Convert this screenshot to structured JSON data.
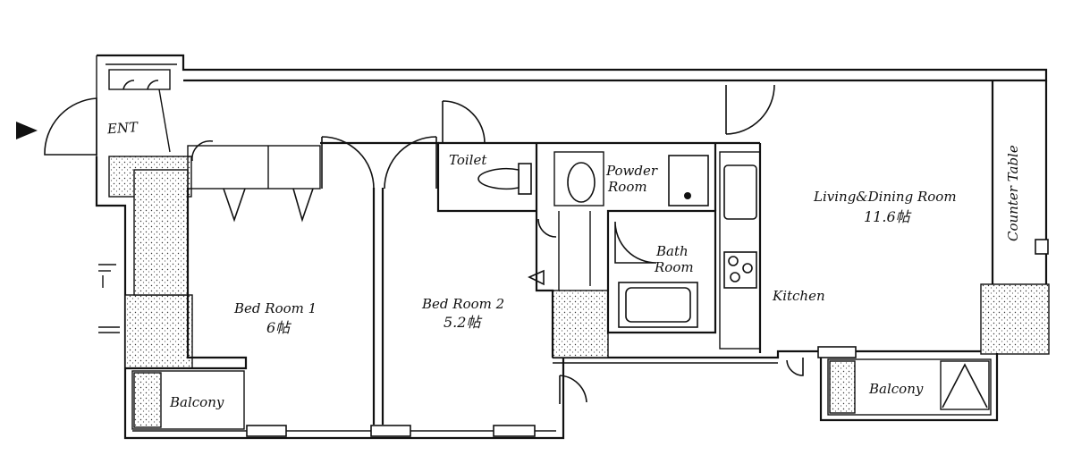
{
  "floorplan": {
    "labels": {
      "entrance": "ENT",
      "toilet": "Toilet",
      "powder_room_line1": "Powder",
      "powder_room_line2": "Room",
      "bath_room_line1": "Bath",
      "bath_room_line2": "Room",
      "bed_room_1": "Bed Room 1",
      "bed_room_1_size": "6帖",
      "bed_room_2": "Bed Room 2",
      "bed_room_2_size": "5.2帖",
      "living_dining": "Living&Dining Room",
      "living_dining_size": "11.6帖",
      "kitchen": "Kitchen",
      "counter_table": "Counter Table",
      "balcony_left": "Balcony",
      "balcony_right": "Balcony"
    },
    "colors": {
      "ink": "#111111",
      "paper": "#ffffff"
    }
  }
}
